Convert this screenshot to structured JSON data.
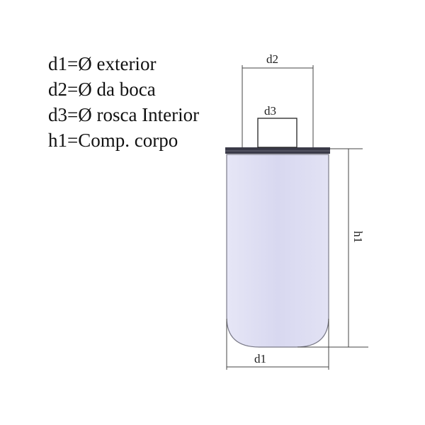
{
  "legend": [
    "d1=Ø exterior",
    "d2=Ø da boca",
    "d3=Ø rosca Interior",
    "h1=Comp. corpo"
  ],
  "labels": {
    "d1": "d1",
    "d2": "d2",
    "d3": "d3",
    "h1": "h1"
  },
  "colors": {
    "body_fill": "#dcdcf2",
    "body_stroke": "#7a7a88",
    "rim": "#3a3a48",
    "dimension_line": "#444444",
    "text": "#111111"
  }
}
